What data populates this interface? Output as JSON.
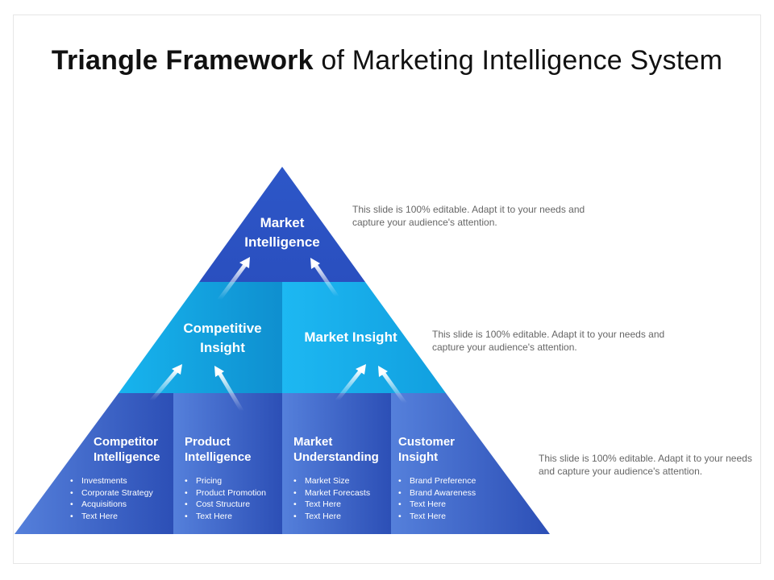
{
  "title": {
    "bold": "Triangle Framework",
    "regular": "of Marketing Intelligence System"
  },
  "top": {
    "label": "Market Intelligence"
  },
  "middle": [
    {
      "label": "Competitive Insight"
    },
    {
      "label": "Market Insight"
    }
  ],
  "bottom": [
    {
      "label": "Competitor Intelligence",
      "items": [
        "Investments",
        "Corporate Strategy",
        "Acquisitions",
        "Text Here"
      ]
    },
    {
      "label": "Product Intelligence",
      "items": [
        "Pricing",
        "Product Promotion",
        "Cost Structure",
        "Text Here"
      ]
    },
    {
      "label": "Market Understanding",
      "items": [
        "Market Size",
        "Market Forecasts",
        "Text Here",
        "Text Here"
      ]
    },
    {
      "label": "Customer Insight",
      "items": [
        "Brand Preference",
        "Brand Awareness",
        "Text Here",
        "Text Here"
      ]
    }
  ],
  "notes": [
    "This slide is 100% editable. Adapt it to your needs and capture your audience's attention.",
    "This slide is 100% editable. Adapt it to your needs and capture your audience's attention.",
    "This slide is 100% editable. Adapt it to your needs and capture your audience's attention."
  ],
  "colors": {
    "top": "#2a54c4",
    "middle_left": "#1199d8",
    "middle_right": "#19b4ee",
    "bottom_light": "#4d78d6",
    "bottom_dark": "#2b4fb8"
  }
}
